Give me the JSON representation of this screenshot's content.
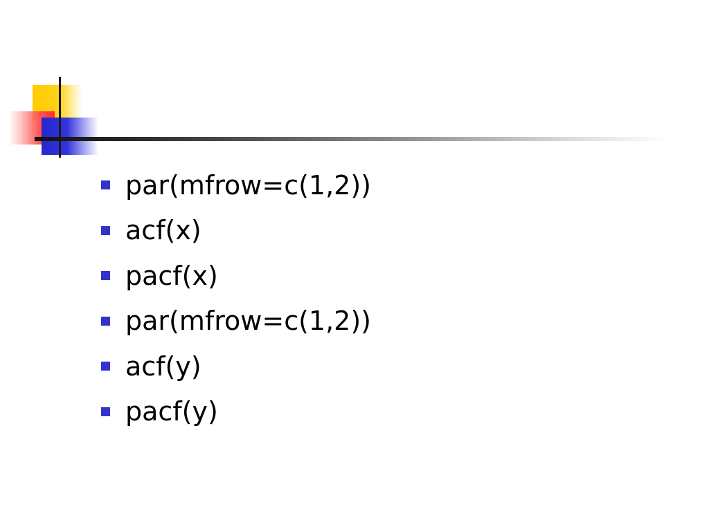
{
  "slide": {
    "bullets": [
      "par(mfrow=c(1,2))",
      "acf(x)",
      "pacf(x)",
      "par(mfrow=c(1,2))",
      "acf(y)",
      "pacf(y)"
    ]
  },
  "colors": {
    "bullet_marker": "#3333cc",
    "accent_yellow": "#ffcc00",
    "accent_red": "#ff2a2a",
    "accent_blue": "#2626cc",
    "rule": "#111111"
  }
}
